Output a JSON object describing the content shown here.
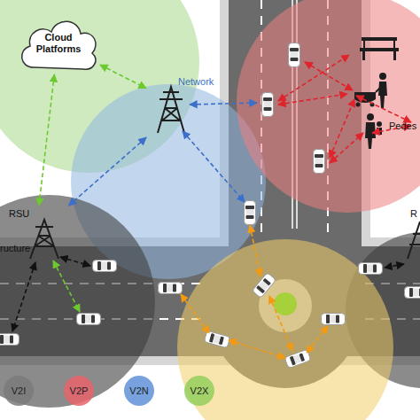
{
  "diagram": {
    "nodes": [
      {
        "text": [
          "Cloud Platforms"
        ]
      },
      {
        "text": [
          "Network"
        ]
      },
      {
        "text": [
          "Pedes"
        ]
      },
      {
        "text": [
          "RSU",
          "ructure"
        ]
      },
      {
        "text": [
          "R"
        ]
      }
    ],
    "edges": [
      {
        "from": 0,
        "to": 1,
        "arrow": "both"
      },
      {
        "from": 0,
        "to": 3,
        "arrow": "both"
      },
      {
        "from": 1,
        "to": 3,
        "arrow": "both"
      }
    ],
    "legend": [
      {
        "text": "V2I",
        "color": "#7a7a7a"
      },
      {
        "text": "V2P",
        "color": "#e8636b"
      },
      {
        "text": "V2N",
        "color": "#5f92d8"
      },
      {
        "text": "V2X",
        "color": "#93cf5c"
      }
    ]
  }
}
